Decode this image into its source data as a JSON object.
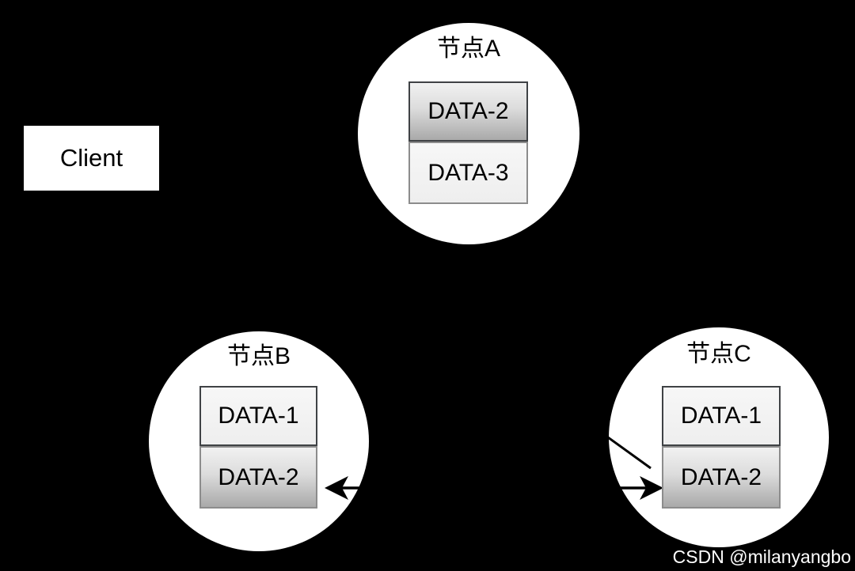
{
  "diagram": {
    "client": {
      "label": "Client"
    },
    "nodes": [
      {
        "name": "节点A",
        "items": [
          {
            "label": "DATA-2",
            "variant": "gradient"
          },
          {
            "label": "DATA-3",
            "variant": "flat"
          }
        ]
      },
      {
        "name": "节点B",
        "items": [
          {
            "label": "DATA-1",
            "variant": "flat"
          },
          {
            "label": "DATA-2",
            "variant": "gradient"
          }
        ]
      },
      {
        "name": "节点C",
        "items": [
          {
            "label": "DATA-1",
            "variant": "flat"
          },
          {
            "label": "DATA-2",
            "variant": "gradient"
          }
        ]
      }
    ],
    "arrows": [
      {
        "description": "horizontal arrow pointing left into DATA-2 of 节点B"
      },
      {
        "description": "diagonal line entering 节点C from the upper left toward DATA-2"
      },
      {
        "description": "horizontal arrow pointing right into DATA-2 of 节点C"
      }
    ],
    "watermark": "CSDN @milanyangbo",
    "colors": {
      "background": "#000000",
      "node_fill": "#ffffff",
      "box_flat_fill": "#f2f2f2",
      "box_gradient_top": "#f1f1f1",
      "box_gradient_bottom": "#a9a9a9",
      "box_border_dark": "#3f4245",
      "box_border_light": "#8c8c8c",
      "arrow": "#000000",
      "text": "#000000",
      "watermark_text": "#ffffff"
    }
  }
}
